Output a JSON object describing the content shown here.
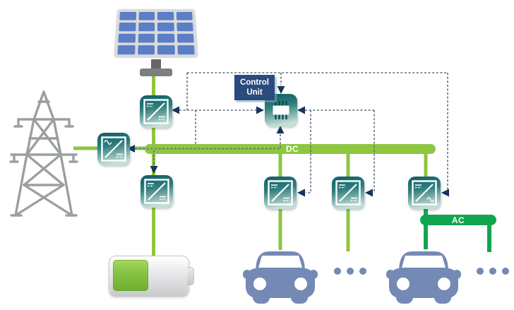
{
  "diagram": {
    "title_hint": "DC microgrid EV charging system diagram",
    "labels": {
      "control_unit": "Control Unit",
      "dc_bus": "DC",
      "ac_bus": "AC"
    },
    "colors": {
      "dc_line_green": "#8dc63f",
      "ac_line_green": "#12a551",
      "control_unit_navy": "#2b4a7d",
      "arrow_navy": "#15345e",
      "dashed_signal_gray": "#5e6e7e",
      "converter_teal_dark": "#0e5e66",
      "converter_teal_light": "#cfe4dd",
      "vehicle_slate_blue": "#7589b5",
      "solar_cell_blue": "#5b7ec6",
      "tower_gray": "#9b9fa2"
    },
    "components": [
      {
        "name": "solar-panel",
        "type": "pv-source"
      },
      {
        "name": "transmission-tower",
        "type": "ac-grid"
      },
      {
        "name": "solar-converter",
        "type": "dc-dc-converter"
      },
      {
        "name": "grid-converter",
        "type": "ac-dc-converter"
      },
      {
        "name": "microcontroller",
        "type": "control-chip"
      },
      {
        "name": "battery-converter",
        "type": "dc-dc-converter"
      },
      {
        "name": "storage-battery",
        "type": "battery"
      },
      {
        "name": "ev-converter-1",
        "type": "dc-dc-converter"
      },
      {
        "name": "ev-converter-2",
        "type": "dc-dc-converter"
      },
      {
        "name": "inverter",
        "type": "dc-ac-converter"
      },
      {
        "name": "electric-car-1",
        "type": "ev-load"
      },
      {
        "name": "electric-car-2",
        "type": "ev-load"
      },
      {
        "name": "more-dc-loads-ellipsis",
        "type": "ellipsis"
      },
      {
        "name": "more-ac-loads-ellipsis",
        "type": "ellipsis"
      }
    ]
  }
}
